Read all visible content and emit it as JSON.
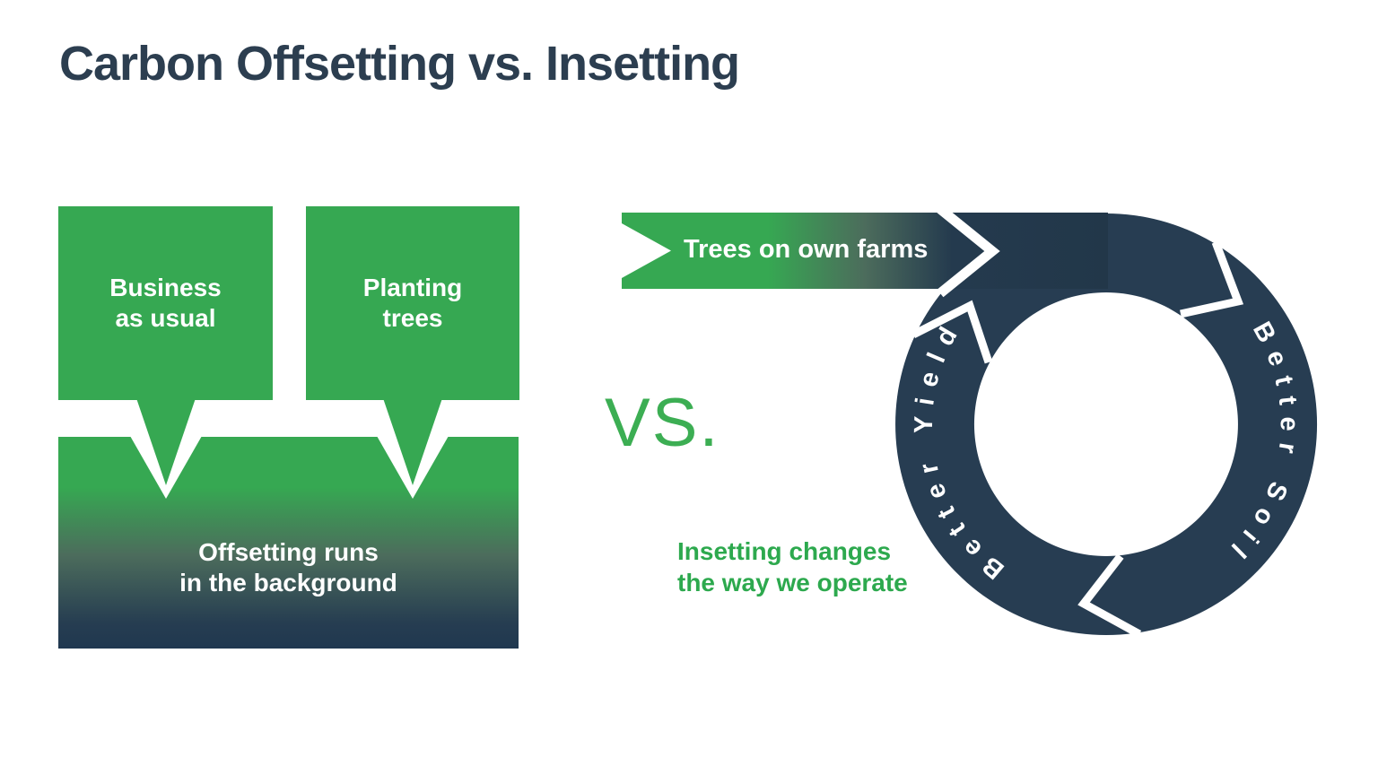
{
  "title": {
    "text": "Carbon Offsetting vs. Insetting"
  },
  "offsetting": {
    "bubbles": [
      {
        "lines": [
          "Business",
          "as usual"
        ]
      },
      {
        "lines": [
          "Planting",
          "trees"
        ]
      }
    ],
    "background": {
      "lines": [
        "Offsetting runs",
        "in the background"
      ]
    }
  },
  "vs": {
    "label": "VS."
  },
  "insetting": {
    "banner": {
      "label": "Trees on own farms"
    },
    "caption": {
      "lines": [
        "Insetting changes",
        "the way we operate"
      ]
    },
    "ring": {
      "labels": [
        "Better Yield",
        "Better Soil"
      ]
    }
  },
  "colors": {
    "green": "#36A852",
    "vs_green": "#3CAE53",
    "caption_green": "#2DA94E",
    "blend_mid": "#4C6C5C",
    "ring_navy": "#273D52",
    "banner_navy": "#223749",
    "banner_navy_mid": "#243A4E",
    "box_navy_end": "#203850",
    "title_navy": "#2C3E50",
    "white": "#FFFFFF"
  }
}
